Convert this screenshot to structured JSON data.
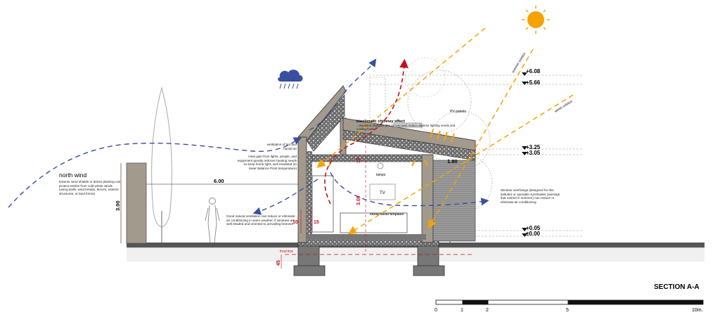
{
  "title": "SECTION A-A",
  "levels": [
    "+6.08",
    "+5.66",
    "+3.25",
    "+3.05",
    "+0.05",
    "±0.00"
  ],
  "dimensions": {
    "wall_height": "3.00",
    "distance": "6.00",
    "interior_height": "3.00",
    "slab": "1.80",
    "sill_a": "10",
    "sill_b": "15",
    "upper": "15",
    "foundation": "45",
    "frost_line": "frost line"
  },
  "labels": {
    "north_wind": "north wind",
    "north_wind_note": "Exterior wind shields or dense planting can protect entries from cold winter winds (using walls, wind breaks, fences, exterior structures, or land forms)",
    "ventilation_hot": "ventilation of hot and humid air",
    "heat_gain": "Heat gain from lights, people, and equipment greatly reduces heating needs so keep home tight, well insulated (to lower Balance Point temperature)",
    "good_ventilation": "Good natural ventilation can reduce or eliminate air conditioning in warm weather, if windows are well shaded and oriented to prevailing breezes",
    "chimney": "bioclimatic chimney effect",
    "skylight": "...insulated skylights (5% in overcast) reduce daytime lighting needs and cooling loads",
    "pv": "PV panels",
    "lamps": "lamps",
    "tv": "TV",
    "fireplace": "stone-faced fireplace",
    "window_overhangs": "Window overhangs (designed for this latitude) or operable sunshades (awnings that extend in summer) can reduce or eliminate air conditioning",
    "summer_solstice": "summer solstice",
    "winter_solstice": "winter solstice"
  },
  "scale": {
    "ticks": [
      "0",
      "1",
      "2",
      "5",
      "10m."
    ]
  },
  "colors": {
    "sun": "#f5a300",
    "sun_rays": "#f5a300",
    "wind": "#3a4fa0",
    "hot_air": "#c0111a",
    "wall_fill": "#a39a8e",
    "insulation": "#8a8a8a"
  }
}
